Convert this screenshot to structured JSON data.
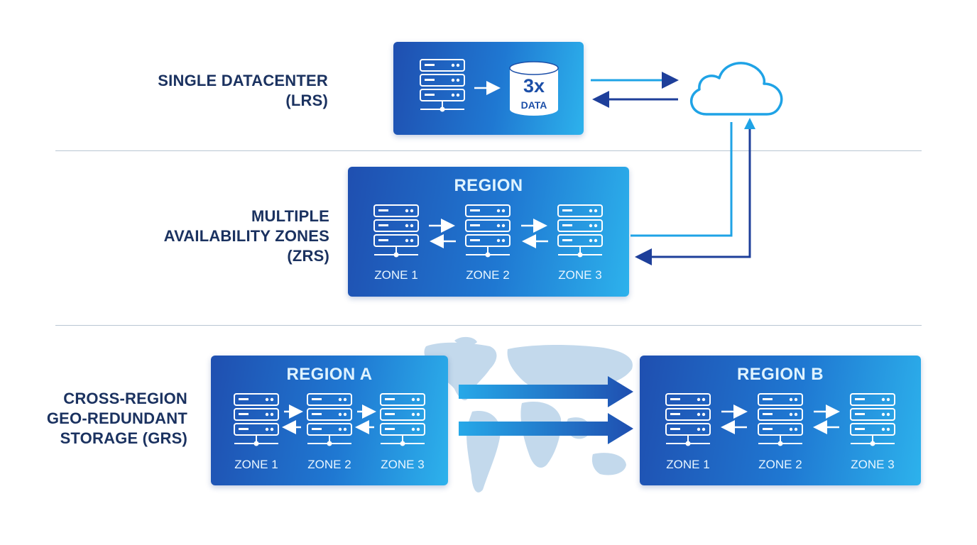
{
  "tiers": {
    "lrs": {
      "line1": "SINGLE DATACENTER",
      "line2": "(LRS)"
    },
    "zrs": {
      "line1": "MULTIPLE",
      "line2": "AVAILABILITY ZONES",
      "line3": "(ZRS)"
    },
    "grs": {
      "line1": "CROSS-REGION",
      "line2": "GEO-REDUNDANT",
      "line3": "STORAGE (GRS)"
    }
  },
  "lrs_panel": {
    "copies": "3x",
    "data": "DATA"
  },
  "zrs_panel": {
    "title": "REGION",
    "zones": [
      "ZONE 1",
      "ZONE 2",
      "ZONE 3"
    ]
  },
  "grs_panel_a": {
    "title": "REGION A",
    "zones": [
      "ZONE 1",
      "ZONE 2",
      "ZONE 3"
    ]
  },
  "grs_panel_b": {
    "title": "REGION B",
    "zones": [
      "ZONE 1",
      "ZONE 2",
      "ZONE 3"
    ]
  },
  "icons": {
    "server": "server-rack-icon",
    "database": "database-cylinder-icon",
    "cloud": "cloud-icon",
    "map": "world-map"
  },
  "colors": {
    "label": "#1b3260",
    "panel_start": "#1f4fb0",
    "panel_end": "#2db2ec",
    "arrow_dark": "#1e3f9a",
    "arrow_light": "#1fa3e6",
    "map": "#b9d3e8"
  }
}
